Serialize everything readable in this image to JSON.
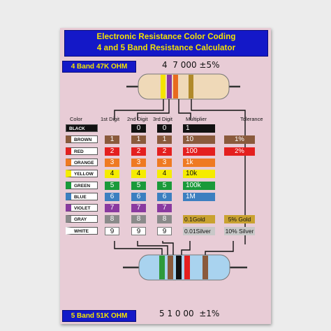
{
  "header": {
    "line1": "Electronic Resistance Color Coding",
    "line2": "4 and 5 Band Resistance Calculator"
  },
  "four_band": {
    "badge": "4 Band 47K OHM",
    "reading": "4  7 000 ±5%",
    "bands": [
      "#f5e400",
      "#8a3aa0",
      "#e86a1f",
      "#b08a2a"
    ]
  },
  "five_band": {
    "badge": "5 Band 51K OHM",
    "reading": "5 1 0 00  ±1%",
    "bands": [
      "#2e9a3a",
      "#8a5a3c",
      "#111111",
      "#e41f1f",
      "#8a5a3c"
    ]
  },
  "columns": {
    "color": "Color",
    "digit1": "1st Digit",
    "digit2": "2nd Digit",
    "digit3": "3rd Digit",
    "multiplier": "Multiplier",
    "tolerance": "Tolerance"
  },
  "rows": [
    {
      "name": "BLACK",
      "bg": "#111111",
      "fg": "#ffffff",
      "digit": "0",
      "multiplier": "1",
      "tolerance": ""
    },
    {
      "name": "BROWN",
      "bg": "#8a5a3c",
      "fg": "#ffffff",
      "digit": "1",
      "multiplier": "10",
      "tolerance": "1%"
    },
    {
      "name": "RED",
      "bg": "#e41f1f",
      "fg": "#ffffff",
      "digit": "2",
      "multiplier": "100",
      "tolerance": "2%"
    },
    {
      "name": "ORANGE",
      "bg": "#ef7a22",
      "fg": "#ffffff",
      "digit": "3",
      "multiplier": "1k",
      "tolerance": ""
    },
    {
      "name": "YELLOW",
      "bg": "#f5ec00",
      "fg": "#111111",
      "digit": "4",
      "multiplier": "10k",
      "tolerance": ""
    },
    {
      "name": "GREEN",
      "bg": "#1a9a3a",
      "fg": "#ffffff",
      "digit": "5",
      "multiplier": "100k",
      "tolerance": ""
    },
    {
      "name": "BLUE",
      "bg": "#3c7fc0",
      "fg": "#ffffff",
      "digit": "6",
      "multiplier": "1M",
      "tolerance": ""
    },
    {
      "name": "VIOLET",
      "bg": "#8a3aa0",
      "fg": "#ffffff",
      "digit": "7",
      "multiplier": "",
      "tolerance": ""
    },
    {
      "name": "GRAY",
      "bg": "#8a8a8a",
      "fg": "#ffffff",
      "digit": "8",
      "multiplier": "0.1Gold",
      "tolerance": "5% Gold"
    },
    {
      "name": "WHITE",
      "bg": "#ffffff",
      "fg": "#111111",
      "digit": "9",
      "multiplier": "0.01Silver",
      "tolerance": "10% Silver"
    }
  ],
  "special_colors": {
    "gold": "#c9a230",
    "silver": "#c8c8c8"
  }
}
